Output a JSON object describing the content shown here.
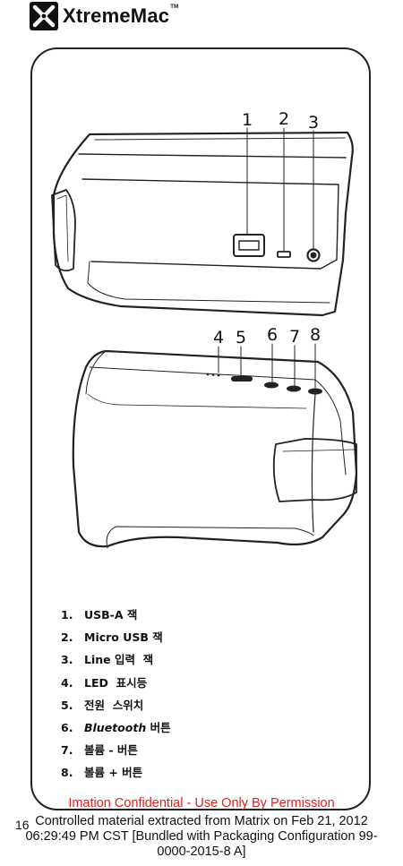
{
  "brand": {
    "name": "XtremeMac",
    "tm": "TM"
  },
  "icons": {
    "logo": "xtrememac-x-logo"
  },
  "callouts": {
    "top": [
      "1",
      "2",
      "3"
    ],
    "bottom": [
      "4",
      "5",
      "6",
      "7",
      "8"
    ]
  },
  "legend": [
    {
      "num": "1.",
      "pre": "USB-A 잭",
      "em": "",
      "post": ""
    },
    {
      "num": "2.",
      "pre": "Micro USB 잭",
      "em": "",
      "post": ""
    },
    {
      "num": "3.",
      "pre": "Line 입력  잭",
      "em": "",
      "post": ""
    },
    {
      "num": "4.",
      "pre": "LED  표시등",
      "em": "",
      "post": ""
    },
    {
      "num": "5.",
      "pre": "전원  스위치",
      "em": "",
      "post": ""
    },
    {
      "num": "6.",
      "pre": "",
      "em": "Bluetooth",
      "post": " 버튼"
    },
    {
      "num": "7.",
      "pre": "볼륨 - 버튼",
      "em": "",
      "post": ""
    },
    {
      "num": "8.",
      "pre": "볼륨 + 버튼",
      "em": "",
      "post": ""
    }
  ],
  "confidential": "Imation Confidential - Use Only By Permission",
  "page_number": "16",
  "footer": {
    "line1": "Controlled material extracted from Matrix on Feb 21, 2012",
    "line2": "06:29:49 PM CST [Bundled with Packaging Configuration 99-",
    "line3": "0000-2015-8 A]"
  }
}
